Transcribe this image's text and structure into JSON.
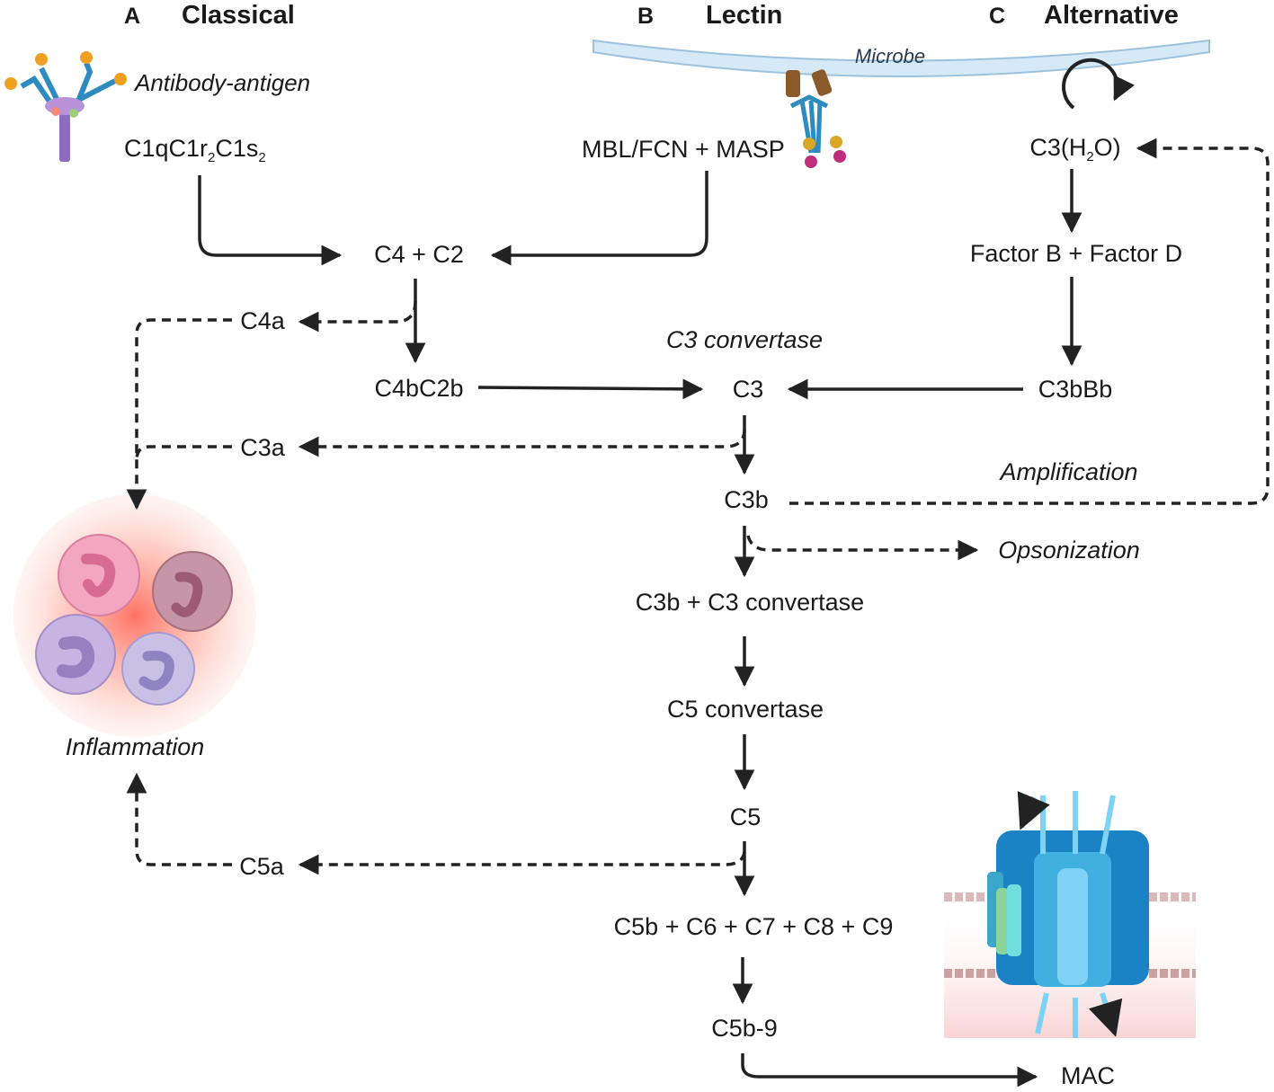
{
  "pathways": {
    "a_letter": "A",
    "a_title": "Classical",
    "b_letter": "B",
    "b_title": "Lectin",
    "c_letter": "C",
    "c_title": "Alternative"
  },
  "labels": {
    "antibody": "Antibody-antigen",
    "c1_main": "C1qC1r",
    "c1_sub1": "2",
    "c1_mid": "C1s",
    "c1_sub2": "2",
    "microbe": "Microbe",
    "mbl": "MBL/FCN + MASP",
    "c3h2o_pre": "C3(H",
    "c3h2o_sub": "2",
    "c3h2o_post": "O)",
    "factor_bd": "Factor B + Factor D",
    "c4c2": "C4 + C2",
    "c4a": "C4a",
    "c3_convertase": "C3 convertase",
    "c4bc2b": "C4bC2b",
    "c3": "C3",
    "c3bbb": "C3bBb",
    "c3a": "C3a",
    "amplification": "Amplification",
    "c3b": "C3b",
    "opsonization": "Opsonization",
    "c3b_conv": "C3b + C3 convertase",
    "c5_conv": "C5 convertase",
    "c5": "C5",
    "c5a": "C5a",
    "c5b_c9": "C5b + C6 + C7 + C8 + C9",
    "c5b9": "C5b-9",
    "mac": "MAC",
    "inflammation": "Inflammation"
  },
  "colors": {
    "arrow": "#222222",
    "microbe_fill": "#d6e9f6",
    "glow": "#ff7a6a",
    "pore": "#1b82c6",
    "pore_light": "#7fd2f3"
  }
}
